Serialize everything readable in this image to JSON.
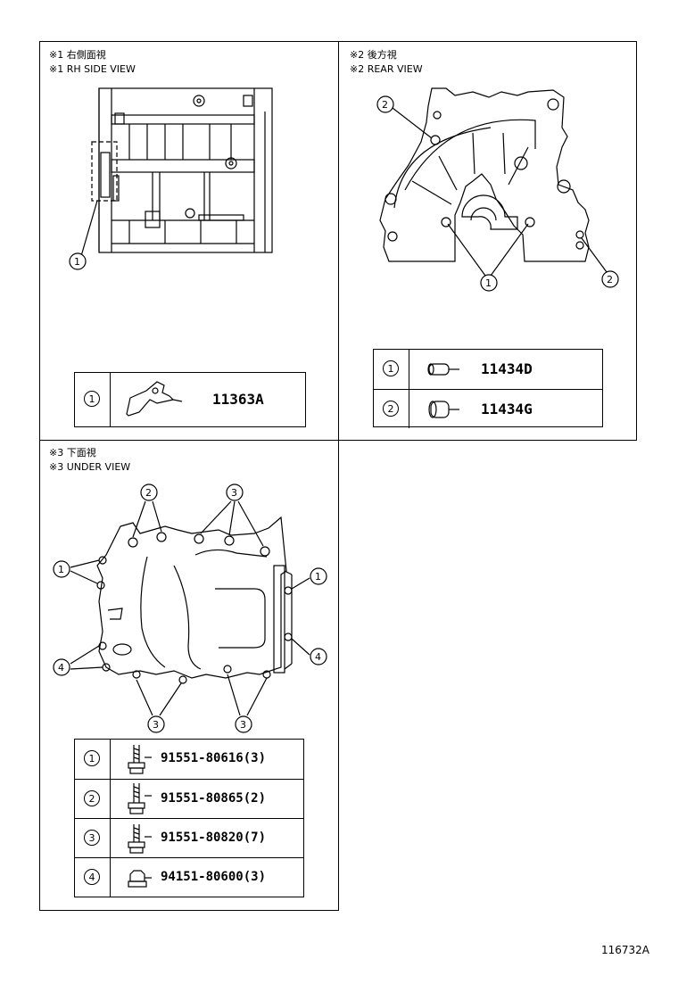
{
  "views": {
    "rh_side": {
      "title_jp": "※1 右側面視",
      "title_en": "※1 RH SIDE VIEW"
    },
    "rear": {
      "title_jp": "※2 後方視",
      "title_en": "※2 REAR VIEW"
    },
    "under": {
      "title_jp": "※3 下面視",
      "title_en": "※3 UNDER VIEW"
    }
  },
  "callouts": {
    "c1": "1",
    "c2": "2",
    "c3": "3",
    "c4": "4"
  },
  "rh_parts": [
    {
      "num": "1",
      "part": "11363A"
    }
  ],
  "rear_parts": [
    {
      "num": "1",
      "part": "11434D"
    },
    {
      "num": "2",
      "part": "11434G"
    }
  ],
  "under_parts": [
    {
      "num": "1",
      "part": "91551-80616(3)"
    },
    {
      "num": "2",
      "part": "91551-80865(2)"
    },
    {
      "num": "3",
      "part": "91551-80820(7)"
    },
    {
      "num": "4",
      "part": "94151-80600(3)"
    }
  ],
  "figure_id": "116732A"
}
